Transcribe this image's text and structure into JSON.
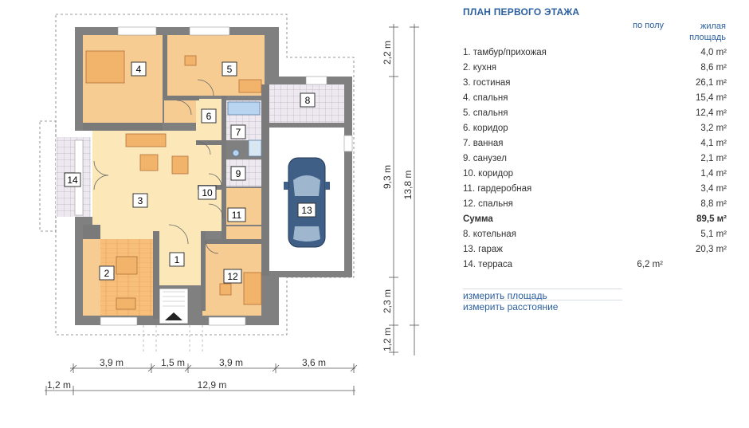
{
  "panel": {
    "title": "ПЛАН ПЕРВОГО ЭТАЖА",
    "col_floor": "по полу",
    "col_living_1": "жилая",
    "col_living_2": "площадь",
    "rows": [
      {
        "name": "1. тамбур/прихожая",
        "floor": "",
        "living": "4,0 m²"
      },
      {
        "name": "2. кухня",
        "floor": "",
        "living": "8,6 m²"
      },
      {
        "name": "3. гостиная",
        "floor": "",
        "living": "26,1 m²"
      },
      {
        "name": "4. спальня",
        "floor": "",
        "living": "15,4 m²"
      },
      {
        "name": "5. спальня",
        "floor": "",
        "living": "12,4 m²"
      },
      {
        "name": "6. коридор",
        "floor": "",
        "living": "3,2 m²"
      },
      {
        "name": "7. ванная",
        "floor": "",
        "living": "4,1 m²"
      },
      {
        "name": "9. санузел",
        "floor": "",
        "living": "2,1 m²"
      },
      {
        "name": "10. коридор",
        "floor": "",
        "living": "1,4 m²"
      },
      {
        "name": "11. гардеробная",
        "floor": "",
        "living": "3,4 m²"
      },
      {
        "name": "12. спальня",
        "floor": "",
        "living": "8,8 m²"
      },
      {
        "name": "Сумма",
        "floor": "",
        "living": "89,5 м²",
        "bold": true
      },
      {
        "name": "8. котельная",
        "floor": "",
        "living": "5,1 m²"
      },
      {
        "name": "13. гараж",
        "floor": "",
        "living": "20,3 m²"
      },
      {
        "name": "14. терраса",
        "floor": "6,2 m²",
        "living": ""
      }
    ],
    "link_area": "измерить площадь",
    "link_distance": "измерить расстояние"
  },
  "plan": {
    "rooms": [
      "1",
      "2",
      "3",
      "4",
      "5",
      "6",
      "7",
      "8",
      "9",
      "10",
      "11",
      "12",
      "13",
      "14"
    ],
    "dims_bottom_1": [
      "3,9 m",
      "1,5 m",
      "3,9 m",
      "3,6 m"
    ],
    "dims_bottom_2": [
      "1,2 m",
      "12,9 m"
    ],
    "dims_right_1": [
      "2,2 m",
      "9,3 m",
      "2,3 m",
      "1,2 m"
    ],
    "dims_right_2": [
      "13,8 m"
    ]
  },
  "colors": {
    "wall": "#808080",
    "warm_room": "#f6cc92",
    "living_room": "#fce7b8",
    "kitchen_floor": "#f9c078",
    "tile": "#ece7ef",
    "accent_blue": "#2b5f9e"
  }
}
